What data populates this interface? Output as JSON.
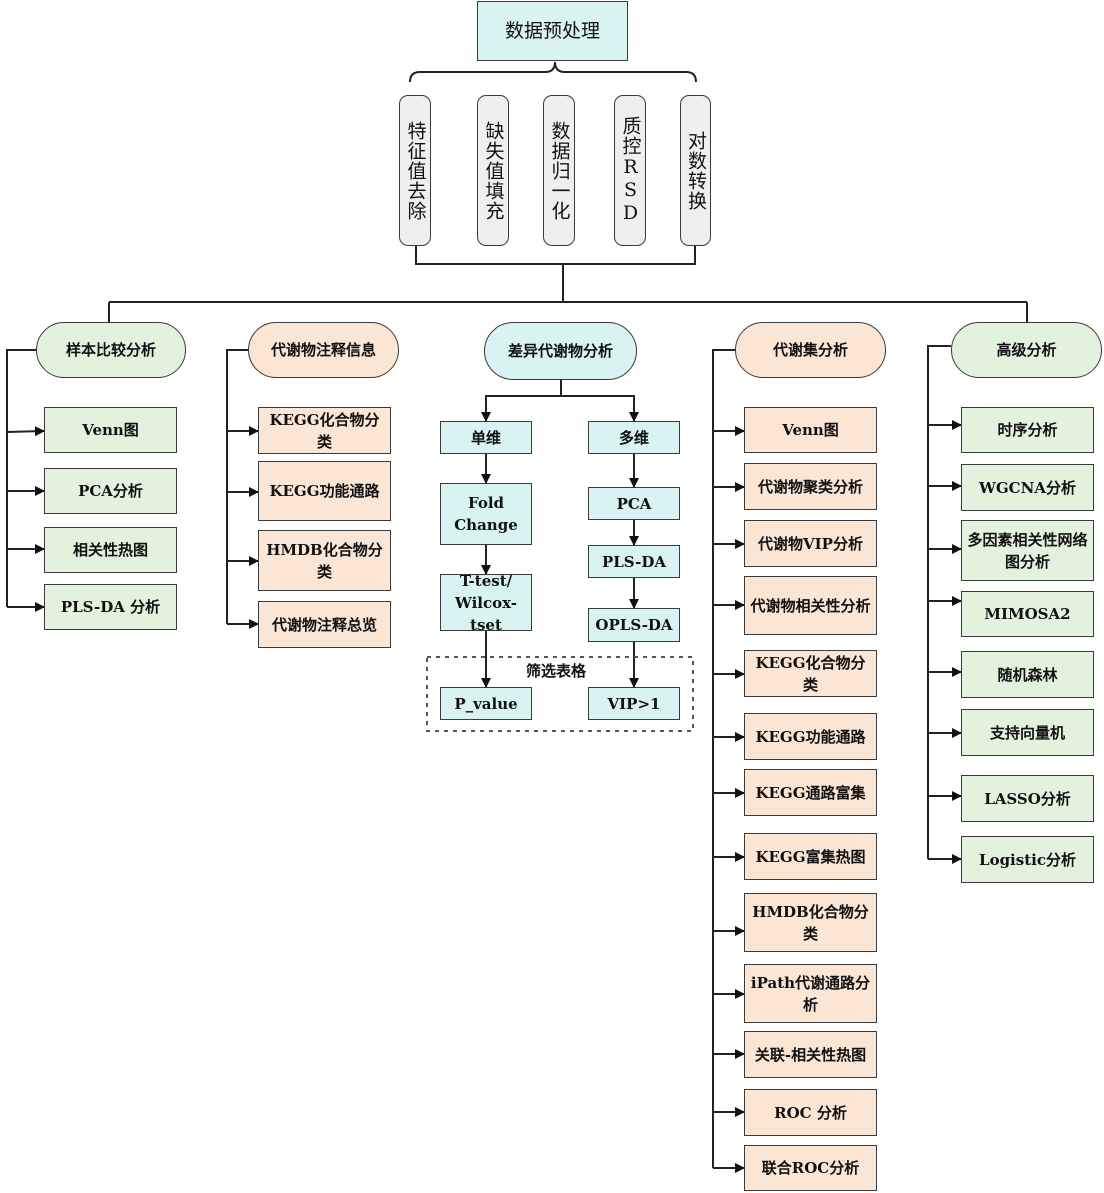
{
  "root": "数据预处理",
  "preprocess": [
    "特征值去除",
    "缺失值填充",
    "数据归一化",
    "质控RSD",
    "对数转换"
  ],
  "categories": {
    "sample": {
      "title": "样本比较分析",
      "items": [
        "Venn图",
        "PCA分析",
        "相关性热图",
        "PLS-DA 分析"
      ]
    },
    "annotation": {
      "title": "代谢物注释信息",
      "items": [
        "KEGG化合物分类",
        "KEGG功能通路",
        "HMDB化合物分类",
        "代谢物注释总览"
      ]
    },
    "differential": {
      "title": "差异代谢物分析",
      "univariate": {
        "label": "单维",
        "steps": [
          "Fold Change",
          "T-test/ Wilcox-tset",
          "P_value"
        ]
      },
      "multivariate": {
        "label": "多维",
        "steps": [
          "PCA",
          "PLS-DA",
          "OPLS-DA",
          "VIP>1"
        ]
      },
      "filter_label": "筛选表格"
    },
    "metaset": {
      "title": "代谢集分析",
      "items": [
        "Venn图",
        "代谢物聚类分析",
        "代谢物VIP分析",
        "代谢物相关性分析",
        "KEGG化合物分类",
        "KEGG功能通路",
        "KEGG通路富集",
        "KEGG富集热图",
        "HMDB化合物分类",
        "iPath代谢通路分析",
        "关联-相关性热图",
        "ROC 分析",
        "联合ROC分析"
      ]
    },
    "advanced": {
      "title": "高级分析",
      "items": [
        "时序分析",
        "WGCNA分析",
        "多因素相关性网络图分析",
        "MIMOSA2",
        "随机森林",
        "支持向量机",
        "LASSO分析",
        "Logistic分析"
      ]
    }
  }
}
